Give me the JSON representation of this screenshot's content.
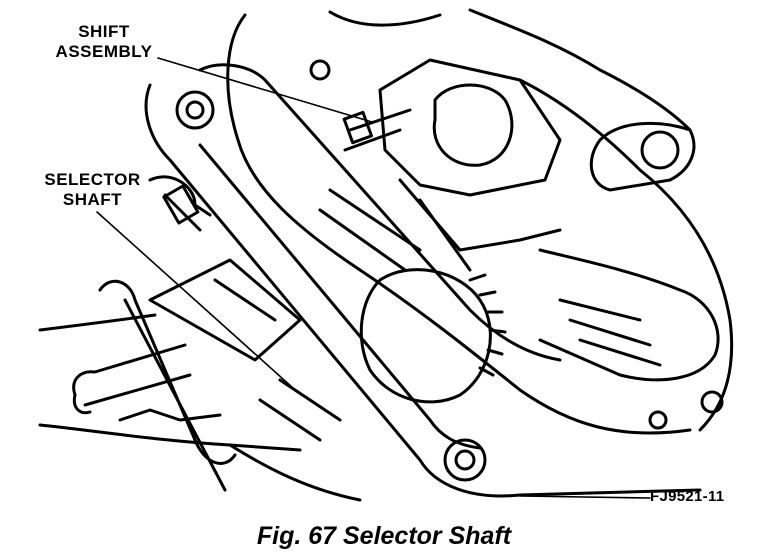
{
  "labels": {
    "shift_assembly_line1": "SHIFT",
    "shift_assembly_line2": "ASSEMBLY",
    "selector_shaft_line1": "SELECTOR",
    "selector_shaft_line2": "SHAFT"
  },
  "figure_number": "FJ9521-11",
  "caption": "Fig. 67 Selector Shaft"
}
